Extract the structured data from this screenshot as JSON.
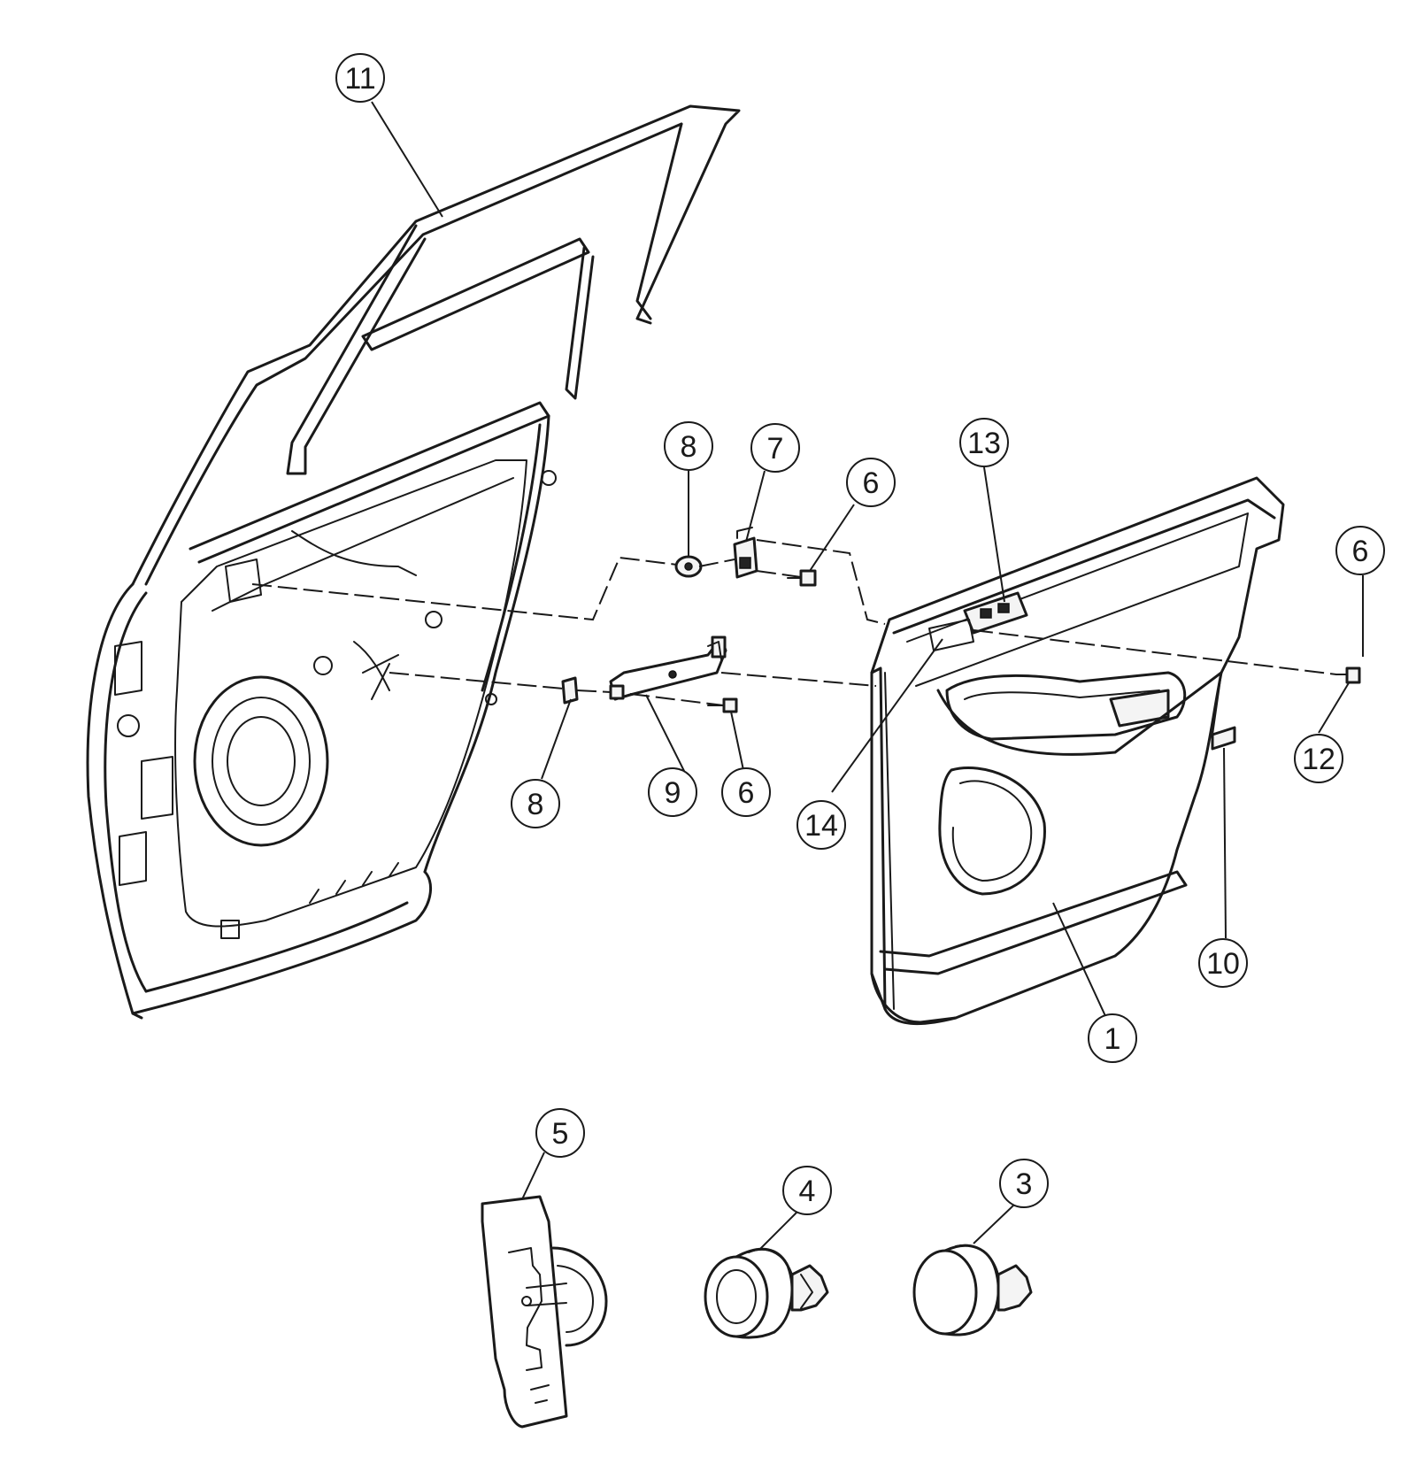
{
  "callouts": [
    {
      "id": "c11",
      "label": "11"
    },
    {
      "id": "c8a",
      "label": "8"
    },
    {
      "id": "c7",
      "label": "7"
    },
    {
      "id": "c6a",
      "label": "6"
    },
    {
      "id": "c13",
      "label": "13"
    },
    {
      "id": "c6b",
      "label": "6"
    },
    {
      "id": "c12",
      "label": "12"
    },
    {
      "id": "c8b",
      "label": "8"
    },
    {
      "id": "c9",
      "label": "9"
    },
    {
      "id": "c6c",
      "label": "6"
    },
    {
      "id": "c14",
      "label": "14"
    },
    {
      "id": "c10",
      "label": "10"
    },
    {
      "id": "c1",
      "label": "1"
    },
    {
      "id": "c5",
      "label": "5"
    },
    {
      "id": "c4",
      "label": "4"
    },
    {
      "id": "c3",
      "label": "3"
    }
  ]
}
